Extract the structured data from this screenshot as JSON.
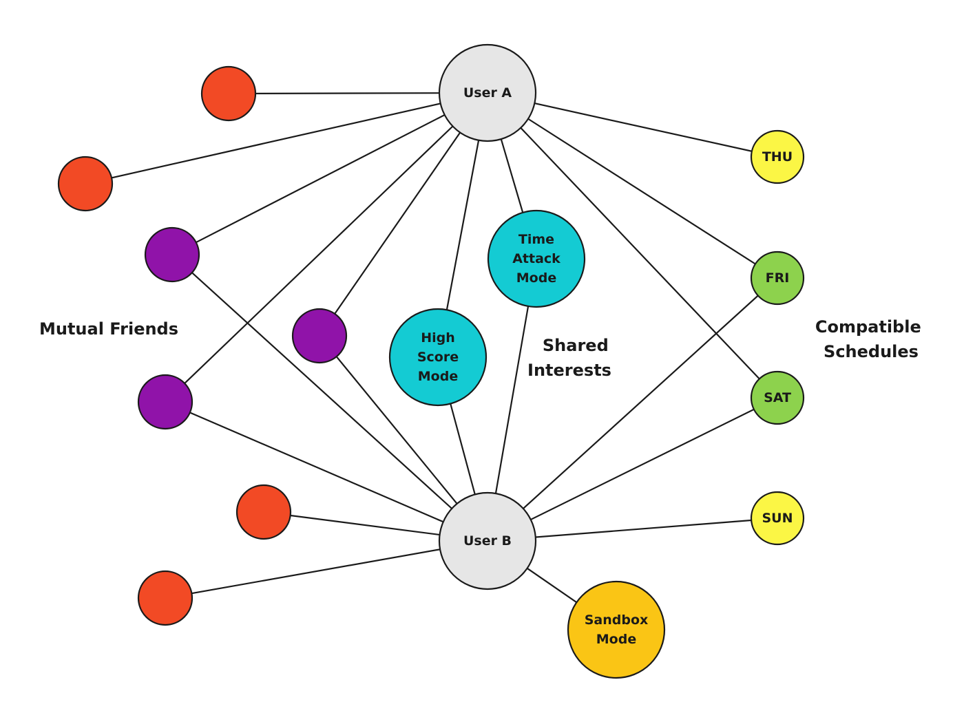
{
  "colors": {
    "user": "#e6e6e6",
    "friend_red": "#f24a25",
    "friend_purple": "#9013a9",
    "interest": "#14cbd3",
    "interest_b": "#fac515",
    "day_yellow": "#fbf645",
    "day_green": "#8dd24d",
    "edge": "#1a1a1a"
  },
  "group_labels": {
    "mutual_friends": [
      "Mutual Friends"
    ],
    "shared_interests": [
      "Shared",
      "Interests"
    ],
    "compatible_schedules": [
      "Compatible",
      "Schedules"
    ]
  },
  "nodes": [
    {
      "id": "user-a",
      "label": [
        "User A"
      ],
      "color": "user"
    },
    {
      "id": "user-b",
      "label": [
        "User B"
      ],
      "color": "user"
    },
    {
      "id": "friend-red-1",
      "label": [],
      "color": "friend_red"
    },
    {
      "id": "friend-red-2",
      "label": [],
      "color": "friend_red"
    },
    {
      "id": "friend-red-3",
      "label": [],
      "color": "friend_red"
    },
    {
      "id": "friend-red-4",
      "label": [],
      "color": "friend_red"
    },
    {
      "id": "friend-purple-1",
      "label": [],
      "color": "friend_purple"
    },
    {
      "id": "friend-purple-2",
      "label": [],
      "color": "friend_purple"
    },
    {
      "id": "friend-purple-3",
      "label": [],
      "color": "friend_purple"
    },
    {
      "id": "interest-high-score",
      "label": [
        "High",
        "Score",
        "Mode"
      ],
      "color": "interest"
    },
    {
      "id": "interest-time-attack",
      "label": [
        "Time",
        "Attack",
        "Mode"
      ],
      "color": "interest"
    },
    {
      "id": "interest-sandbox",
      "label": [
        "Sandbox",
        "Mode"
      ],
      "color": "interest_b"
    },
    {
      "id": "day-thu",
      "label": [
        "THU"
      ],
      "color": "day_yellow"
    },
    {
      "id": "day-fri",
      "label": [
        "FRI"
      ],
      "color": "day_green"
    },
    {
      "id": "day-sat",
      "label": [
        "SAT"
      ],
      "color": "day_green"
    },
    {
      "id": "day-sun",
      "label": [
        "SUN"
      ],
      "color": "day_yellow"
    }
  ],
  "edges": [
    [
      "user-a",
      "friend-red-1"
    ],
    [
      "user-a",
      "friend-red-2"
    ],
    [
      "user-a",
      "friend-purple-1"
    ],
    [
      "user-a",
      "friend-purple-2"
    ],
    [
      "user-a",
      "friend-purple-3"
    ],
    [
      "user-a",
      "interest-high-score"
    ],
    [
      "user-a",
      "interest-time-attack"
    ],
    [
      "user-a",
      "day-thu"
    ],
    [
      "user-a",
      "day-fri"
    ],
    [
      "user-a",
      "day-sat"
    ],
    [
      "user-b",
      "friend-purple-1"
    ],
    [
      "user-b",
      "friend-purple-2"
    ],
    [
      "user-b",
      "friend-purple-3"
    ],
    [
      "user-b",
      "friend-red-3"
    ],
    [
      "user-b",
      "friend-red-4"
    ],
    [
      "user-b",
      "interest-high-score"
    ],
    [
      "user-b",
      "interest-time-attack"
    ],
    [
      "user-b",
      "interest-sandbox"
    ],
    [
      "user-b",
      "day-fri"
    ],
    [
      "user-b",
      "day-sat"
    ],
    [
      "user-b",
      "day-sun"
    ]
  ]
}
